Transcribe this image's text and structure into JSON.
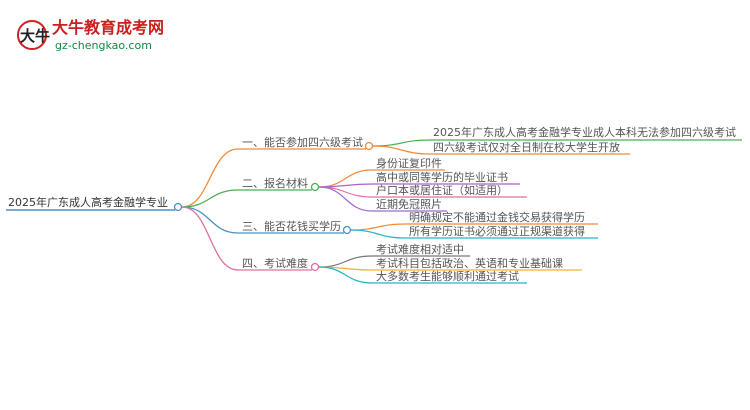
{
  "logo": {
    "title": "大牛教育成考网",
    "url": "gz-chengkao.com",
    "glyph": "大牛"
  },
  "root": {
    "label": "2025年广东成人高考金融学专业",
    "color": "#4a90c8"
  },
  "branches": [
    {
      "label": "一、能否参加四六级考试",
      "color": "#f08a3a",
      "children": [
        {
          "label": "2025年广东成人高考金融学专业成人本科无法参加四六级考试",
          "color": "#4caf50"
        },
        {
          "label": "四六级考试仅对全日制在校大学生开放",
          "color": "#f08a3a"
        }
      ]
    },
    {
      "label": "二、报名材料",
      "color": "#4caf50",
      "children": [
        {
          "label": "身份证复印件",
          "color": "#f08a3a"
        },
        {
          "label": "高中或同等学历的毕业证书",
          "color": "#b05fc7"
        },
        {
          "label": "户口本或居住证（如适用）",
          "color": "#e06fa0"
        },
        {
          "label": "近期免冠照片",
          "color": "#9c6ad0"
        }
      ]
    },
    {
      "label": "三、能否花钱买学历",
      "color": "#4a90c8",
      "children": [
        {
          "label": "明确规定不能通过金钱交易获得学历",
          "color": "#f08a3a"
        },
        {
          "label": "所有学历证书必须通过正规渠道获得",
          "color": "#26b5c9"
        }
      ]
    },
    {
      "label": "四、考试难度",
      "color": "#e06fa0",
      "children": [
        {
          "label": "考试难度相对适中",
          "color": "#777777"
        },
        {
          "label": "考试科目包括政治、英语和专业基础课",
          "color": "#f0b03a"
        },
        {
          "label": "大多数考生能够顺利通过考试",
          "color": "#26b5c9"
        }
      ]
    }
  ]
}
